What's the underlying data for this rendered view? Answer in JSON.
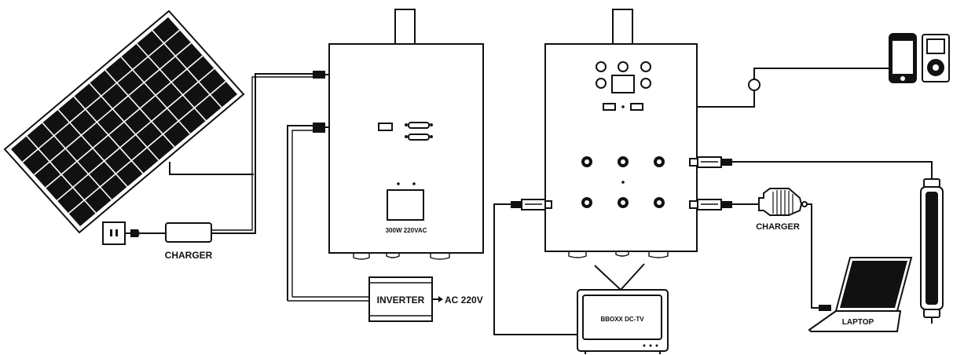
{
  "labels": {
    "charger_left": "CHARGER",
    "inverter": "INVERTER",
    "ac_output": "AC 220V",
    "unit_rating": "300W 220VAC",
    "tv": "BBOXX DC-TV",
    "charger_right": "CHARGER",
    "laptop": "LAPTOP"
  },
  "colors": {
    "line": "#111111",
    "background": "#ffffff"
  }
}
